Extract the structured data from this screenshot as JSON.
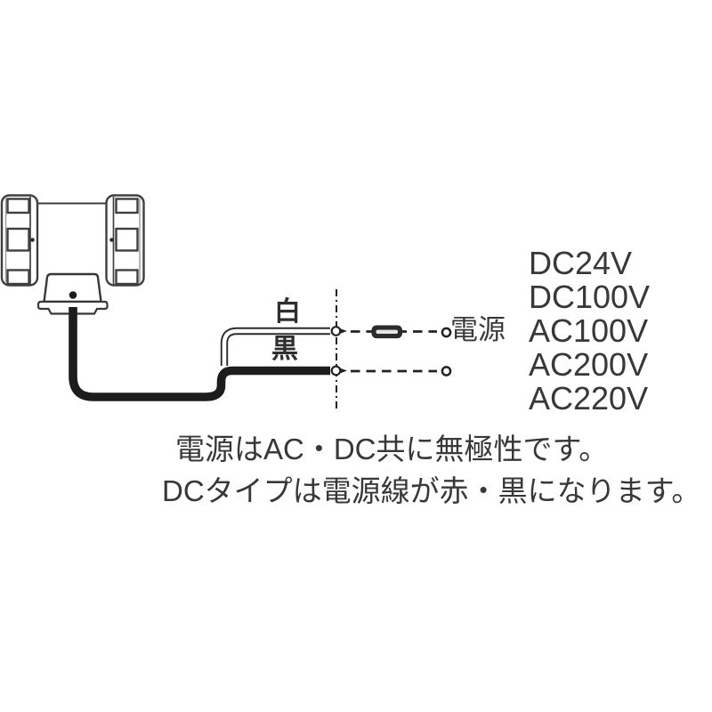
{
  "diagram": {
    "device": "signal-light-with-cable",
    "wire_labels": {
      "white": "白",
      "black": "黒"
    },
    "power_label": "電源",
    "voltages": [
      "DC24V",
      "DC100V",
      "AC100V",
      "AC200V",
      "AC220V"
    ],
    "notes": [
      "電源はAC・DC共に無極性です。",
      "DCタイプは電源線が赤・黒になります。"
    ],
    "colors": {
      "background": "#ffffff",
      "text": "#383838",
      "outline": "#3f3f3f",
      "wire_black": "#1d1d1d",
      "wire_white_fill": "#ffffff",
      "dashed_line": "#222222",
      "fuse_body": "#2c2c2c",
      "fuse_slot": "#e6e6e6"
    }
  }
}
